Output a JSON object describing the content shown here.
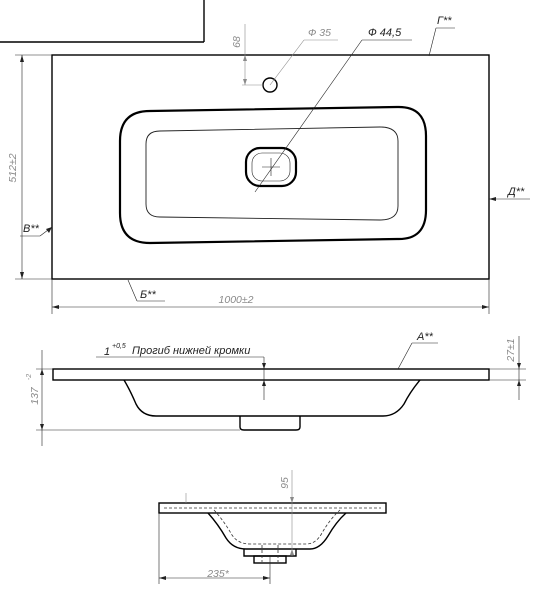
{
  "top_view": {
    "labels": {
      "overflow_offset": "68",
      "hole_diameter": "Ф 35",
      "drain_diameter": "Ф 44,5",
      "mark_g": "Г**",
      "mark_v": "В**",
      "mark_d": "Д**",
      "mark_b": "Б**",
      "depth": "512±2",
      "width": "1000±2"
    }
  },
  "front_view": {
    "labels": {
      "sag_value": "1",
      "sag_tolerance": "+0,5",
      "sag_caption": "Прогиб нижней кромки",
      "mark_a": "А**",
      "slab_thickness": "27±1",
      "height": "137",
      "height_tolerance": "-2"
    }
  },
  "section_view": {
    "labels": {
      "bowl_depth": "95",
      "drain_offset": "235*"
    }
  }
}
